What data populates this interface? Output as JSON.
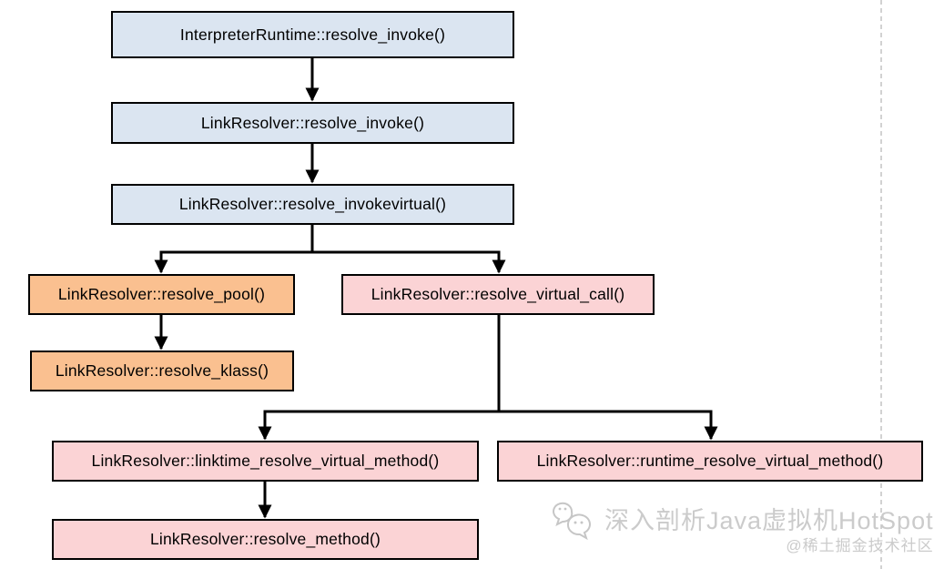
{
  "diagram": {
    "title": "HotSpot method resolution call chain",
    "nodes": [
      {
        "id": "interpreter-resolve-invoke",
        "label": "InterpreterRuntime::resolve_invoke()",
        "group": "blue"
      },
      {
        "id": "resolve-invoke",
        "label": "LinkResolver::resolve_invoke()",
        "group": "blue"
      },
      {
        "id": "resolve-invokevirtual",
        "label": "LinkResolver::resolve_invokevirtual()",
        "group": "blue"
      },
      {
        "id": "resolve-pool",
        "label": "LinkResolver::resolve_pool()",
        "group": "orange"
      },
      {
        "id": "resolve-virtual-call",
        "label": "LinkResolver::resolve_virtual_call()",
        "group": "pink"
      },
      {
        "id": "resolve-klass",
        "label": "LinkResolver::resolve_klass()",
        "group": "orange"
      },
      {
        "id": "linktime-resolve-virtual-method",
        "label": "LinkResolver::linktime_resolve_virtual_method()",
        "group": "pink"
      },
      {
        "id": "runtime-resolve-virtual-method",
        "label": "LinkResolver::runtime_resolve_virtual_method()",
        "group": "pink"
      },
      {
        "id": "resolve-method",
        "label": "LinkResolver::resolve_method()",
        "group": "pink"
      }
    ],
    "edges": [
      {
        "from": "interpreter-resolve-invoke",
        "to": "resolve-invoke"
      },
      {
        "from": "resolve-invoke",
        "to": "resolve-invokevirtual"
      },
      {
        "from": "resolve-invokevirtual",
        "to": "resolve-pool"
      },
      {
        "from": "resolve-invokevirtual",
        "to": "resolve-virtual-call"
      },
      {
        "from": "resolve-pool",
        "to": "resolve-klass"
      },
      {
        "from": "resolve-virtual-call",
        "to": "linktime-resolve-virtual-method"
      },
      {
        "from": "resolve-virtual-call",
        "to": "runtime-resolve-virtual-method"
      },
      {
        "from": "linktime-resolve-virtual-method",
        "to": "resolve-method"
      }
    ],
    "colors": {
      "blue": "#dbe5f1",
      "orange": "#fac090",
      "pink": "#fbd3d5",
      "border": "#000000",
      "arrow": "#000000",
      "dashed_guide": "#b9b9b9"
    }
  },
  "watermark": {
    "icon": "wechat-bubbles-icon",
    "title": "深入剖析Java虚拟机HotSpot",
    "handle": "@稀土掘金技术社区"
  }
}
